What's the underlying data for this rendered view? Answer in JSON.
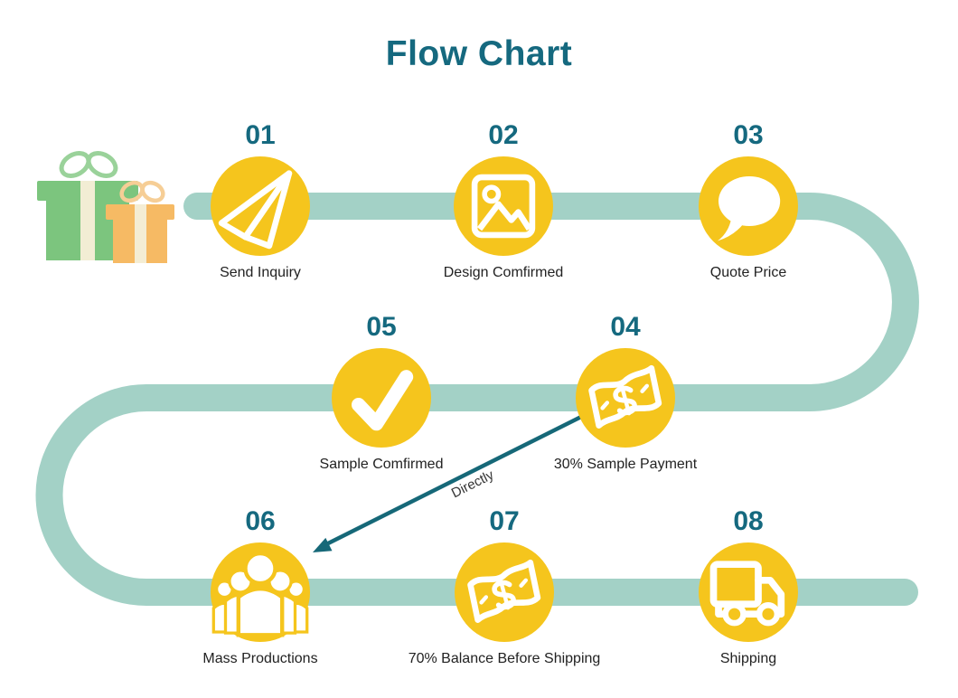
{
  "title": "Flow Chart",
  "steps": [
    {
      "number": "01",
      "label": "Send Inquiry",
      "icon": "paper-plane-icon"
    },
    {
      "number": "02",
      "label": "Design Comfirmed",
      "icon": "image-icon"
    },
    {
      "number": "03",
      "label": "Quote Price",
      "icon": "speech-bubble-icon"
    },
    {
      "number": "04",
      "label": "30% Sample Payment",
      "icon": "money-bill-icon"
    },
    {
      "number": "05",
      "label": "Sample Comfirmed",
      "icon": "checkmark-icon"
    },
    {
      "number": "06",
      "label": "Mass Productions",
      "icon": "people-icon"
    },
    {
      "number": "07",
      "label": "70% Balance Before Shipping",
      "icon": "money-bill-icon"
    },
    {
      "number": "08",
      "label": "Shipping",
      "icon": "truck-icon"
    }
  ],
  "arrow": {
    "label": "Directly",
    "from": "04",
    "to": "06"
  },
  "illustration": {
    "name": "gift-boxes"
  },
  "colors": {
    "title_teal": "#15697F",
    "step_number_teal": "#15697F",
    "circle_yellow": "#F5C51D",
    "track_sage": "#A3D1C6",
    "arrow_teal": "#166878",
    "label_text": "#222222",
    "gift_green": "#7CC57E",
    "gift_orange": "#F6BA64",
    "gift_ribbon": "#F2EDD4"
  }
}
